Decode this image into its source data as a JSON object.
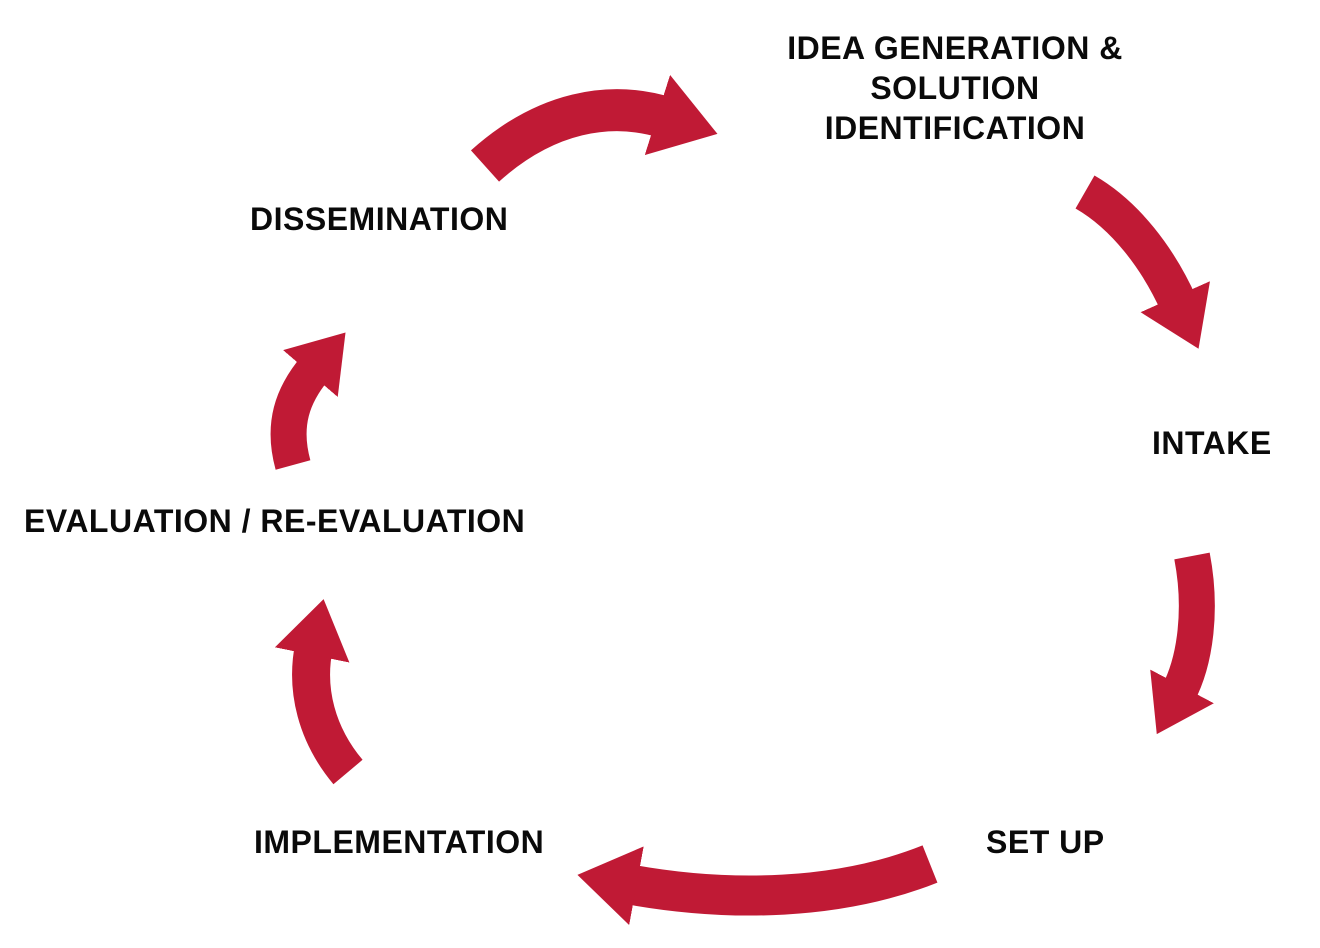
{
  "diagram": {
    "type": "cycle",
    "background_color": "#ffffff",
    "arrow_color": "#C01A35",
    "text_color": "#0a0a0a",
    "steps": [
      {
        "id": "idea-generation",
        "label": "IDEA GENERATION & SOLUTION IDENTIFICATION",
        "lines": [
          "IDEA GENERATION &",
          "SOLUTION",
          "IDENTIFICATION"
        ]
      },
      {
        "id": "intake",
        "label": "INTAKE"
      },
      {
        "id": "set-up",
        "label": "SET UP"
      },
      {
        "id": "implementation",
        "label": "IMPLEMENTATION"
      },
      {
        "id": "evaluation",
        "label": "EVALUATION / RE-EVALUATION"
      },
      {
        "id": "dissemination",
        "label": "DISSEMINATION"
      }
    ],
    "arrows": [
      {
        "from": "dissemination",
        "to": "idea-generation"
      },
      {
        "from": "idea-generation",
        "to": "intake"
      },
      {
        "from": "intake",
        "to": "set-up"
      },
      {
        "from": "set-up",
        "to": "implementation"
      },
      {
        "from": "implementation",
        "to": "evaluation"
      },
      {
        "from": "evaluation",
        "to": "dissemination"
      }
    ]
  }
}
